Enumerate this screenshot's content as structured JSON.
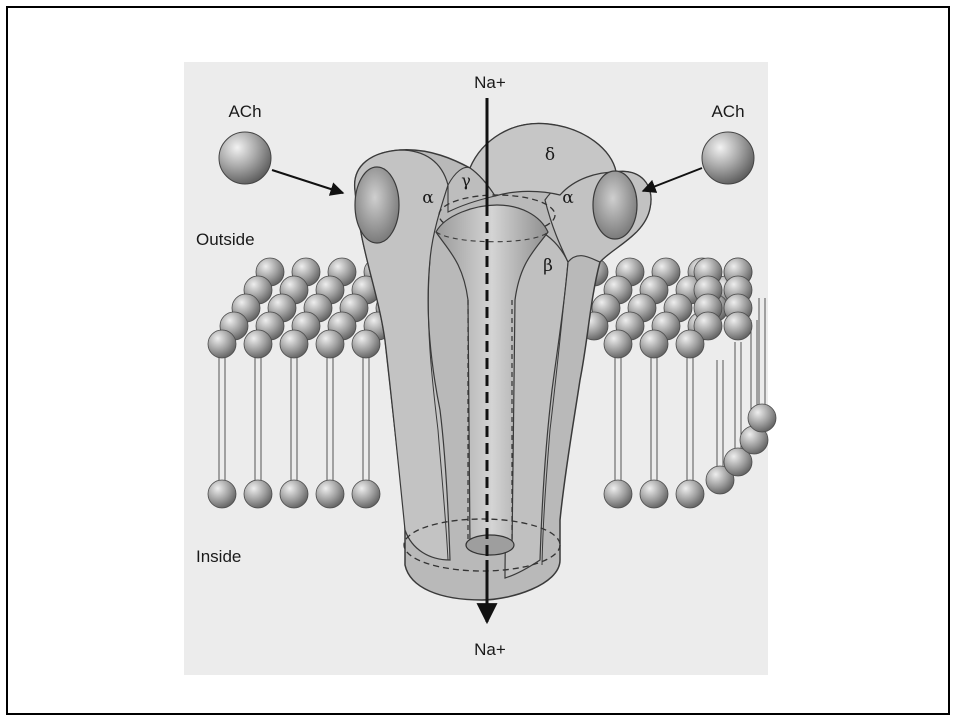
{
  "labels": {
    "na_top": "Na+",
    "na_bottom": "Na+",
    "ach_left": "ACh",
    "ach_right": "ACh",
    "outside": "Outside",
    "inside": "Inside"
  },
  "subunits": {
    "alpha_left": "α",
    "gamma": "γ",
    "delta": "δ",
    "alpha_right": "α",
    "beta": "β"
  },
  "colors": {
    "panel_background": "#ececec",
    "receptor_fill": "#b8b8b8",
    "receptor_stroke": "#3a3a3a",
    "lipid_head": "#9a9a9a",
    "arrow": "#111111"
  },
  "icons": {
    "ach_molecule": "sphere-icon",
    "lipid_head": "sphere-icon"
  }
}
